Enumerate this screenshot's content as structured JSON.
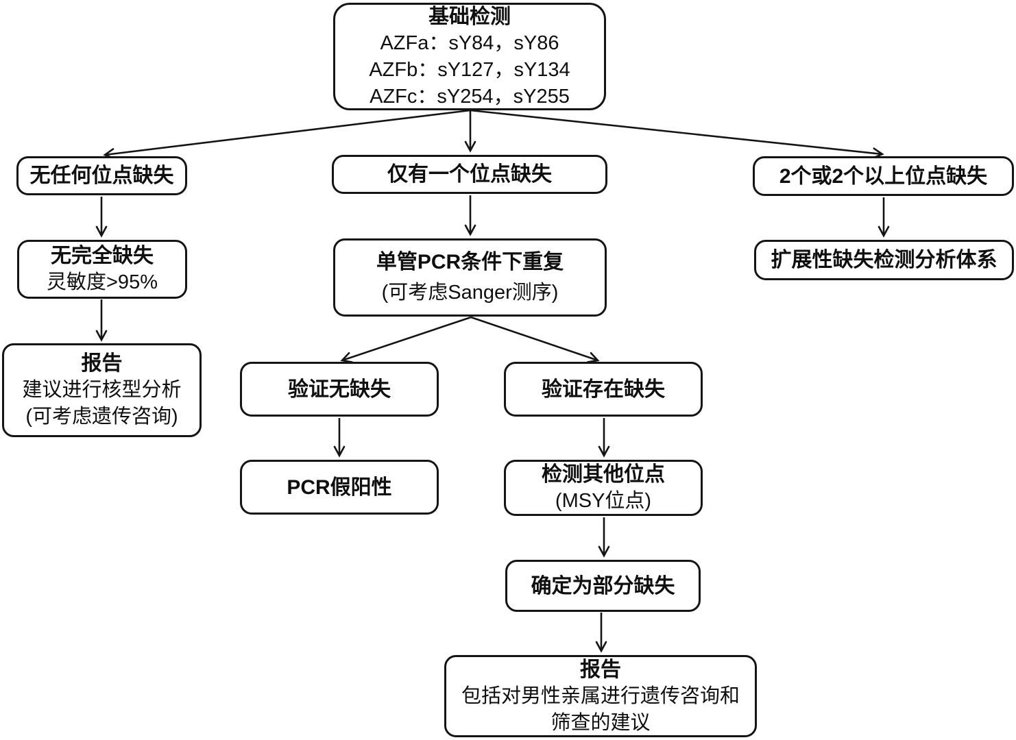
{
  "nodes": {
    "basic_test": {
      "title": "基础检测",
      "lines": [
        "AZFa：sY84，sY86",
        "AZFb：sY127，sY134",
        "AZFc：sY254，sY255"
      ]
    },
    "no_site_deletion": {
      "title": "无任何位点缺失"
    },
    "single_site_deletion": {
      "title": "仅有一个位点缺失"
    },
    "multi_site_deletion": {
      "title": "2个或2个以上位点缺失"
    },
    "no_complete_deletion": {
      "title": "无完全缺失",
      "lines": [
        "灵敏度>95%"
      ]
    },
    "single_tube_pcr_repeat": {
      "title": "单管PCR条件下重复",
      "lines": [
        "(可考虑Sanger测序)"
      ]
    },
    "extended_analysis": {
      "title": "扩展性缺失检测分析体系"
    },
    "report_karyotype": {
      "title": "报告",
      "lines": [
        "建议进行核型分析",
        "(可考虑遗传咨询)"
      ]
    },
    "verified_no_deletion": {
      "title": "验证无缺失"
    },
    "verified_deletion": {
      "title": "验证存在缺失"
    },
    "pcr_false_positive": {
      "title": "PCR假阳性"
    },
    "test_other_sites": {
      "title": "检测其他位点",
      "lines": [
        "(MSY位点)"
      ]
    },
    "confirmed_partial_deletion": {
      "title": "确定为部分缺失"
    },
    "report_counseling": {
      "title": "报告",
      "lines": [
        "包括对男性亲属进行遗传咨询和",
        "筛查的建议"
      ]
    }
  },
  "edges": [
    {
      "from": "basic_test",
      "to": "no_site_deletion"
    },
    {
      "from": "basic_test",
      "to": "single_site_deletion"
    },
    {
      "from": "basic_test",
      "to": "multi_site_deletion"
    },
    {
      "from": "no_site_deletion",
      "to": "no_complete_deletion"
    },
    {
      "from": "no_complete_deletion",
      "to": "report_karyotype"
    },
    {
      "from": "single_site_deletion",
      "to": "single_tube_pcr_repeat"
    },
    {
      "from": "multi_site_deletion",
      "to": "extended_analysis"
    },
    {
      "from": "single_tube_pcr_repeat",
      "to": "verified_no_deletion"
    },
    {
      "from": "single_tube_pcr_repeat",
      "to": "verified_deletion"
    },
    {
      "from": "verified_no_deletion",
      "to": "pcr_false_positive"
    },
    {
      "from": "verified_deletion",
      "to": "test_other_sites"
    },
    {
      "from": "test_other_sites",
      "to": "confirmed_partial_deletion"
    },
    {
      "from": "confirmed_partial_deletion",
      "to": "report_counseling"
    }
  ],
  "colors": {
    "border": "#141414",
    "text": "#0f0f0f",
    "background": "#ffffff"
  }
}
